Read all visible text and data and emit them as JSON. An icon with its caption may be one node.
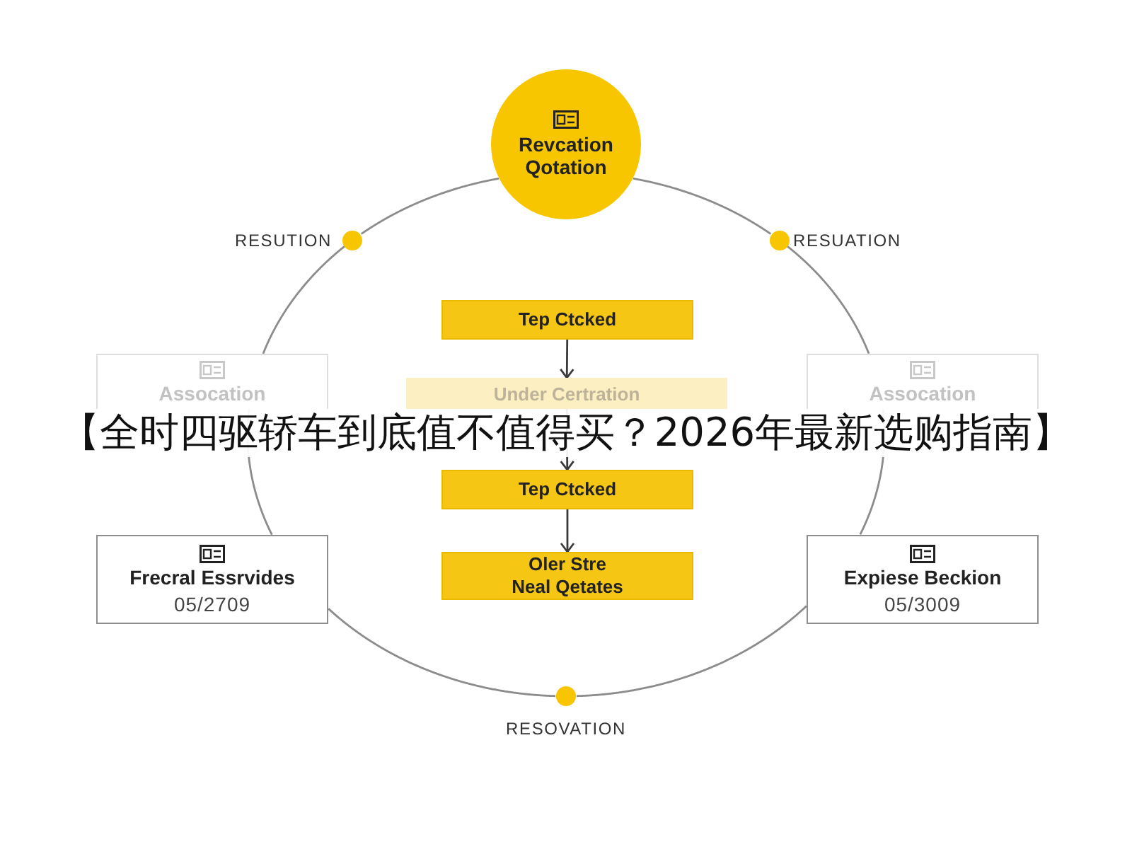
{
  "diagram": {
    "title": "【全时四驱轿车到底值不值得买？2026年最新选购指南】",
    "nodes": [
      {
        "text": [
          "Revcation Qotation"
        ]
      },
      {
        "text": [],
        "shape": "circle",
        "beside": [
          "RESUTION"
        ]
      },
      {
        "text": [
          "Assocation"
        ]
      },
      {
        "text": [
          "Frecral Essrvides",
          "05/2709"
        ]
      },
      {
        "text": [],
        "shape": "circle",
        "beside": [
          "RESOVATION"
        ]
      },
      {
        "text": [
          "Expiese Beckion",
          "05/3009"
        ]
      },
      {
        "text": [
          "Assocation"
        ]
      },
      {
        "text": [],
        "shape": "circle",
        "beside": [
          "RESUATION"
        ]
      },
      {
        "text": [
          "Tep Ctcked"
        ]
      },
      {
        "text": [
          "Under Certration"
        ]
      },
      {
        "text": [
          "Tep Ctcked"
        ]
      },
      {
        "text": [
          "Oler Stre Neal Qetates"
        ]
      }
    ],
    "edges": [
      {
        "from": 0,
        "to": 1,
        "arrow": "none"
      },
      {
        "from": 1,
        "to": 2,
        "arrow": "none"
      },
      {
        "from": 2,
        "to": 3,
        "arrow": "none"
      },
      {
        "from": 3,
        "to": 4,
        "arrow": "none"
      },
      {
        "from": 4,
        "to": 5,
        "arrow": "none"
      },
      {
        "from": 5,
        "to": 6,
        "arrow": "none"
      },
      {
        "from": 6,
        "to": 7,
        "arrow": "none"
      },
      {
        "from": 7,
        "to": 0,
        "arrow": "none"
      },
      {
        "from": 8,
        "to": 9,
        "arrow": "to"
      },
      {
        "from": 9,
        "to": 10,
        "arrow": "to"
      },
      {
        "from": 10,
        "to": 11,
        "arrow": "to"
      }
    ]
  }
}
